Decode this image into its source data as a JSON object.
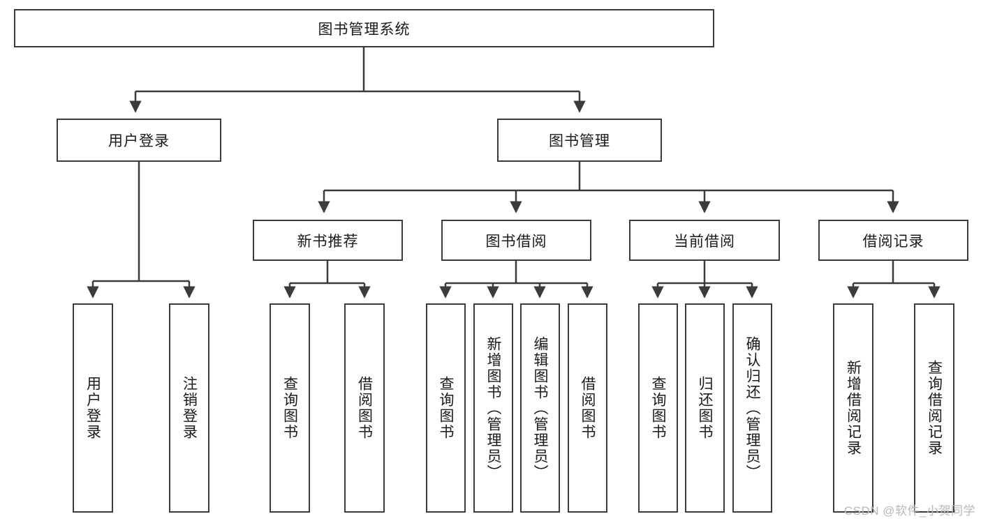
{
  "diagram": {
    "title": "图书管理系统",
    "type": "tree",
    "root": {
      "id": "root",
      "label": "图书管理系统",
      "orientation": "horizontal"
    },
    "level2": [
      {
        "id": "user-login",
        "label": "用户登录",
        "orientation": "horizontal"
      },
      {
        "id": "book-manage",
        "label": "图书管理",
        "orientation": "horizontal"
      }
    ],
    "level3": [
      {
        "id": "new-book-recommend",
        "label": "新书推荐",
        "orientation": "horizontal",
        "parent": "book-manage"
      },
      {
        "id": "book-borrow",
        "label": "图书借阅",
        "orientation": "horizontal",
        "parent": "book-manage"
      },
      {
        "id": "current-borrow",
        "label": "当前借阅",
        "orientation": "horizontal",
        "parent": "book-manage"
      },
      {
        "id": "borrow-record",
        "label": "借阅记录",
        "orientation": "horizontal",
        "parent": "book-manage"
      }
    ],
    "leaves": [
      {
        "id": "leaf-user-login",
        "label": "用户登录",
        "orientation": "vertical",
        "parent": "user-login"
      },
      {
        "id": "leaf-logout-login",
        "label": "注销登录",
        "orientation": "vertical",
        "parent": "user-login"
      },
      {
        "id": "leaf-query-book-1",
        "label": "查询图书",
        "orientation": "vertical",
        "parent": "new-book-recommend"
      },
      {
        "id": "leaf-borrow-book-1",
        "label": "借阅图书",
        "orientation": "vertical",
        "parent": "new-book-recommend"
      },
      {
        "id": "leaf-query-book-2",
        "label": "查询图书",
        "orientation": "vertical",
        "parent": "book-borrow"
      },
      {
        "id": "leaf-add-book",
        "label": "新增图书（管理员）",
        "orientation": "vertical",
        "parent": "book-borrow"
      },
      {
        "id": "leaf-edit-book",
        "label": "编辑图书（管理员）",
        "orientation": "vertical",
        "parent": "book-borrow"
      },
      {
        "id": "leaf-borrow-book-2",
        "label": "借阅图书",
        "orientation": "vertical",
        "parent": "book-borrow"
      },
      {
        "id": "leaf-query-book-3",
        "label": "查询图书",
        "orientation": "vertical",
        "parent": "current-borrow"
      },
      {
        "id": "leaf-return-book",
        "label": "归还图书",
        "orientation": "vertical",
        "parent": "current-borrow"
      },
      {
        "id": "leaf-confirm-return",
        "label": "确认归还（管理员）",
        "orientation": "vertical",
        "parent": "current-borrow"
      },
      {
        "id": "leaf-add-record",
        "label": "新增借阅记录",
        "orientation": "vertical",
        "parent": "borrow-record"
      },
      {
        "id": "leaf-query-record",
        "label": "查询借阅记录",
        "orientation": "vertical",
        "parent": "borrow-record"
      }
    ],
    "colors": {
      "stroke": "#3b3b3b",
      "text": "#1a1a1a",
      "background": "#ffffff",
      "watermark": "#b9b9b9"
    }
  },
  "watermark": {
    "text": "CSDN @软件_小贺同学"
  }
}
